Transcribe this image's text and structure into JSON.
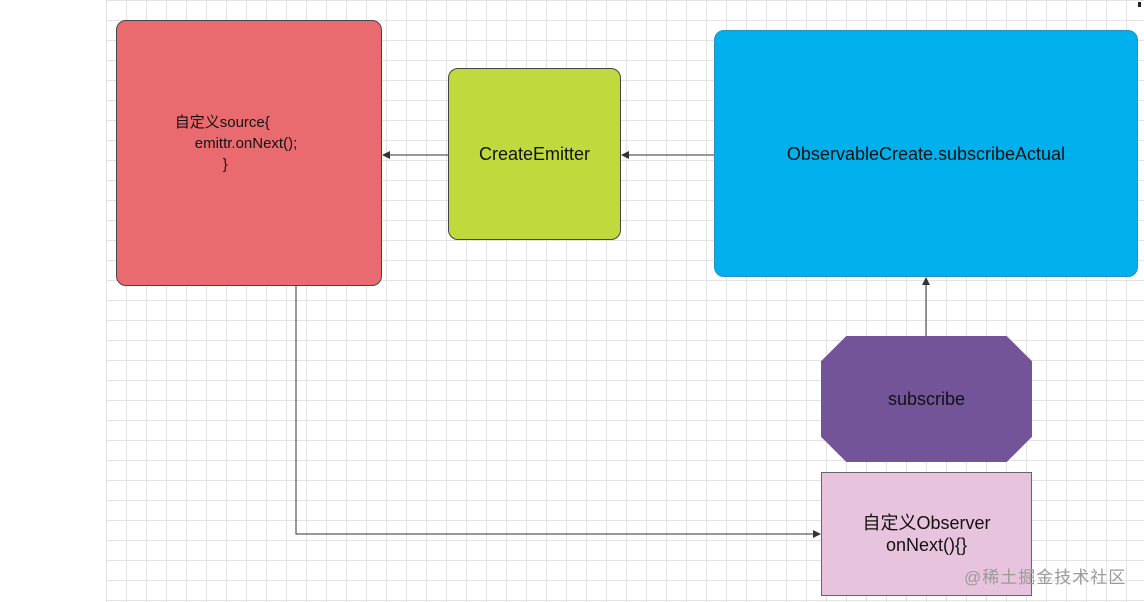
{
  "diagram": {
    "nodes": {
      "source": {
        "lines": [
          "自定义source{",
          "emittr.onNext();",
          "}"
        ],
        "color": "#ea6b6f"
      },
      "emitter": {
        "label": "CreateEmitter",
        "color": "#c0da3d"
      },
      "create": {
        "label": "ObservableCreate.subscribeActual",
        "color": "#00b0ec"
      },
      "subscribe": {
        "label": "subscribe",
        "color": "#735498"
      },
      "observer": {
        "lines": [
          "自定义Observer",
          "onNext(){}"
        ],
        "color": "#e8c3dd"
      }
    },
    "edges": [
      {
        "from": "create",
        "to": "emitter"
      },
      {
        "from": "emitter",
        "to": "source"
      },
      {
        "from": "subscribe",
        "to": "create"
      },
      {
        "from": "source",
        "to": "observer"
      }
    ]
  },
  "watermark": "@稀土掘金技术社区"
}
